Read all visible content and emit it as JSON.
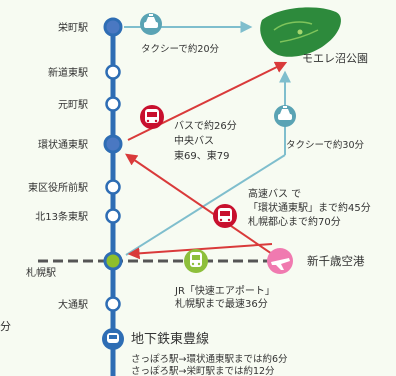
{
  "stations": [
    "栄町駅",
    "新道東駅",
    "元町駅",
    "環状通東駅",
    "東区役所前駅",
    "北13条東駅",
    "札幌駅",
    "大通駅"
  ],
  "park_label": "モエレ沼公園",
  "airport_label": "新千歳空港",
  "subway_label": "地下鉄東豊線",
  "routes": {
    "taxi_top": "タクシーで約20分",
    "taxi_right": "タクシーで約30分",
    "bus_mid": [
      "バスで約26分",
      "中央バス",
      "東69、東79"
    ],
    "highway_bus": [
      "高速バス で",
      "「環状通東駅」まで約45分",
      "札幌都心まで約70分"
    ],
    "jr": [
      "JR「快速エアポート」",
      "札幌駅まで最速36分"
    ],
    "subway_times": [
      "さっぽろ駅→環状通東駅までは約6分",
      "さっぽろ駅→栄町駅までは約12分"
    ]
  },
  "edge_fragment": "分",
  "colors": {
    "subway_line": "#2e6db4",
    "station_fill": "#ffffff",
    "station_main": "#4a78c2",
    "sapporo_fill": "#8fbf2a",
    "bus_red": "#c8102e",
    "arrow_red": "#d93a3a",
    "taxi_teal": "#5aa3b4",
    "arrow_teal": "#7fbecd",
    "jr_green": "#8dbf3b",
    "airport_pink": "#f07ab0",
    "park_green": "#2d8a3c"
  },
  "icons": {
    "taxi": "taxi-icon",
    "bus": "bus-icon",
    "train": "train-icon",
    "airplane": "airplane-icon",
    "park": "park-icon",
    "subway": "subway-icon"
  }
}
